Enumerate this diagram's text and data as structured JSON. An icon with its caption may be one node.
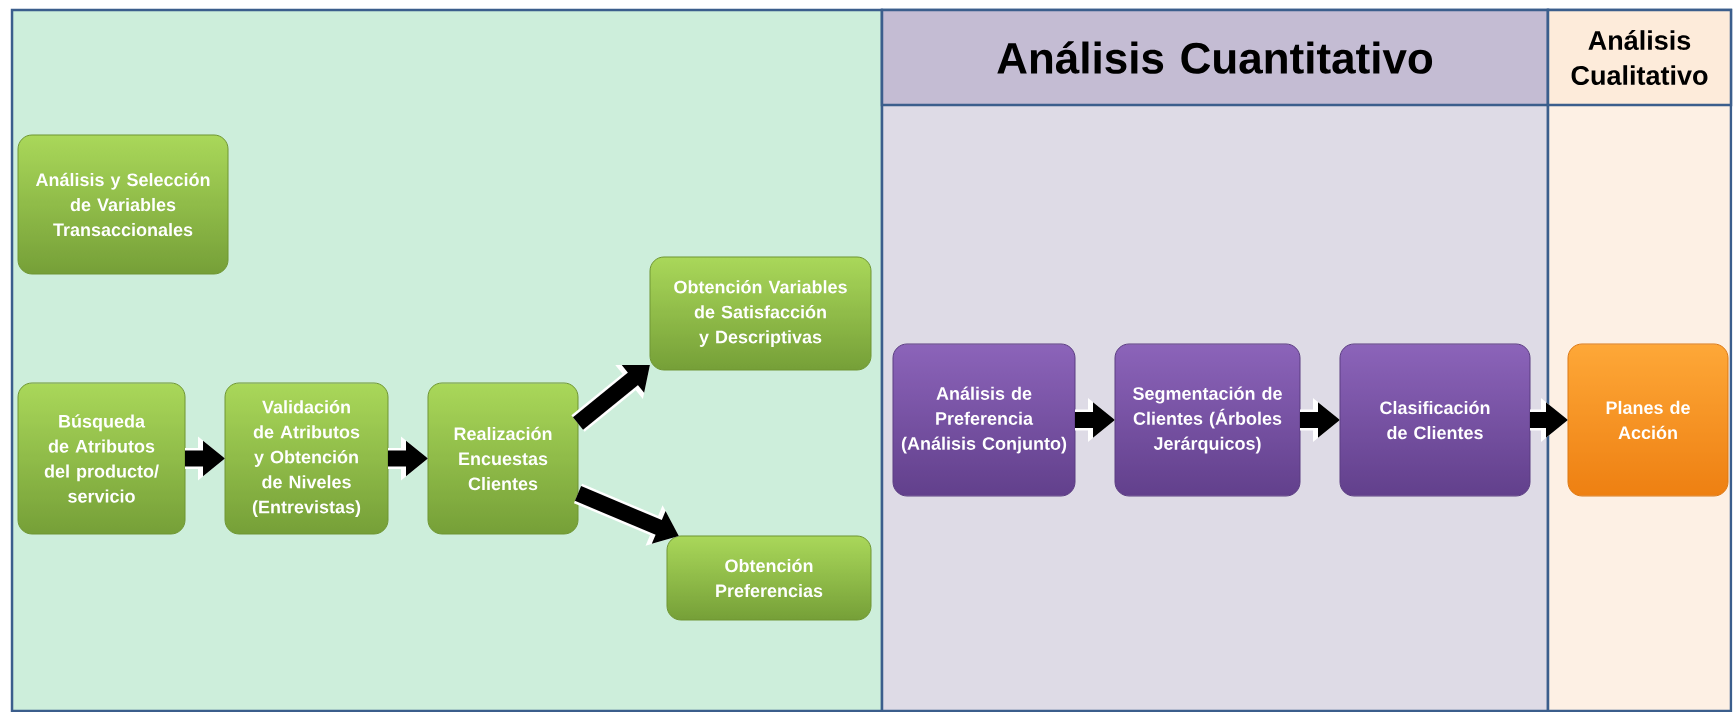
{
  "diagram": {
    "nodes": [
      {
        "text": [],
        "shape": "box"
      },
      {
        "text": [
          "Análisis y Selección de Variables Transaccionales"
        ],
        "in": 0
      },
      {
        "text": [
          "Búsqueda de Atributos del producto/ servicio"
        ],
        "in": 0
      },
      {
        "text": [
          "Validación de Atributos  y Obtención de Niveles (Entrevistas)"
        ],
        "in": 0
      },
      {
        "text": [
          "Realización Encuestas Clientes"
        ],
        "in": 0
      },
      {
        "text": [
          "Obtención Variables de Satisfacción y Descriptivas"
        ],
        "in": 0
      },
      {
        "text": [
          "Obtención Preferencias"
        ],
        "in": 0
      },
      {
        "text": [
          "Análisis Cuantitativo"
        ]
      },
      {
        "text": [
          "Análisis de Preferencia (Análisis Conjunto)"
        ],
        "in": 7
      },
      {
        "text": [
          "Segmentación de Clientes (Árboles Jerárquicos)"
        ],
        "in": 7
      },
      {
        "text": [
          "Clasificación de Clientes"
        ],
        "in": 7
      },
      {
        "text": [
          "Análisis Cualitativo"
        ]
      },
      {
        "text": [
          "Planes de Acción"
        ],
        "in": 11
      }
    ],
    "edges": [
      {
        "from": 2,
        "to": 3,
        "arrow": "to"
      },
      {
        "from": 3,
        "to": 4,
        "arrow": "to"
      },
      {
        "from": 4,
        "to": 5,
        "arrow": "to"
      },
      {
        "from": 4,
        "to": 6,
        "arrow": "to"
      },
      {
        "from": 8,
        "to": 9,
        "arrow": "to"
      },
      {
        "from": 9,
        "to": 10,
        "arrow": "to"
      },
      {
        "from": 10,
        "to": 12,
        "arrow": "to"
      }
    ]
  }
}
